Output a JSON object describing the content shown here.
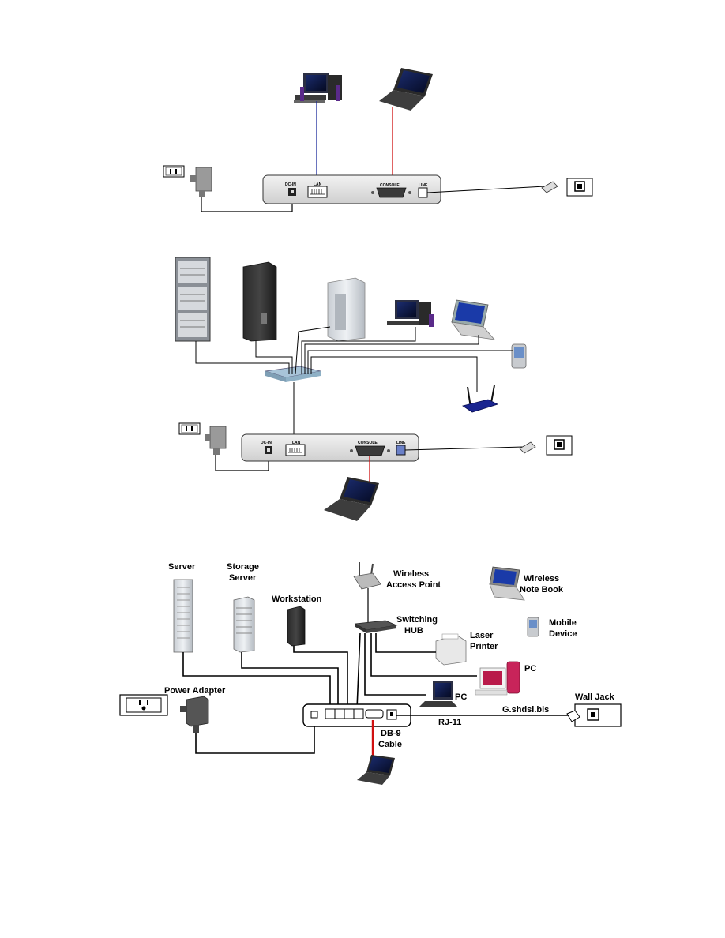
{
  "diagram1": {
    "panel_labels": {
      "dc_in": "DC-IN",
      "lan": "LAN",
      "console": "CONSOLE",
      "line": "LINE"
    },
    "link_colors": {
      "lan": "#1a2a9a",
      "console": "#d01010"
    }
  },
  "diagram2": {
    "panel_labels": {
      "dc_in": "DC-IN",
      "lan": "LAN",
      "console": "CONSOLE",
      "line": "LINE"
    },
    "link_colors": {
      "console": "#d01010"
    }
  },
  "diagram3": {
    "labels": {
      "server": "Server",
      "storage_server_1": "Storage",
      "storage_server_2": "Server",
      "workstation": "Workstation",
      "wireless_ap_1": "Wireless",
      "wireless_ap_2": "Access Point",
      "wireless_nb_1": "Wireless",
      "wireless_nb_2": "Note Book",
      "switching_hub_1": "Switching",
      "switching_hub_2": "HUB",
      "laser_printer_1": "Laser",
      "laser_printer_2": "Printer",
      "mobile_device_1": "Mobile",
      "mobile_device_2": "Device",
      "pc_right": "PC",
      "pc_bottom": "PC",
      "power_adapter": "Power Adapter",
      "wall_jack": "Wall Jack",
      "rj11": "RJ-11",
      "gshdsl": "G.shdsl.bis",
      "db9_1": "DB-9",
      "db9_2": "Cable"
    },
    "link_colors": {
      "console": "#d01010"
    }
  }
}
